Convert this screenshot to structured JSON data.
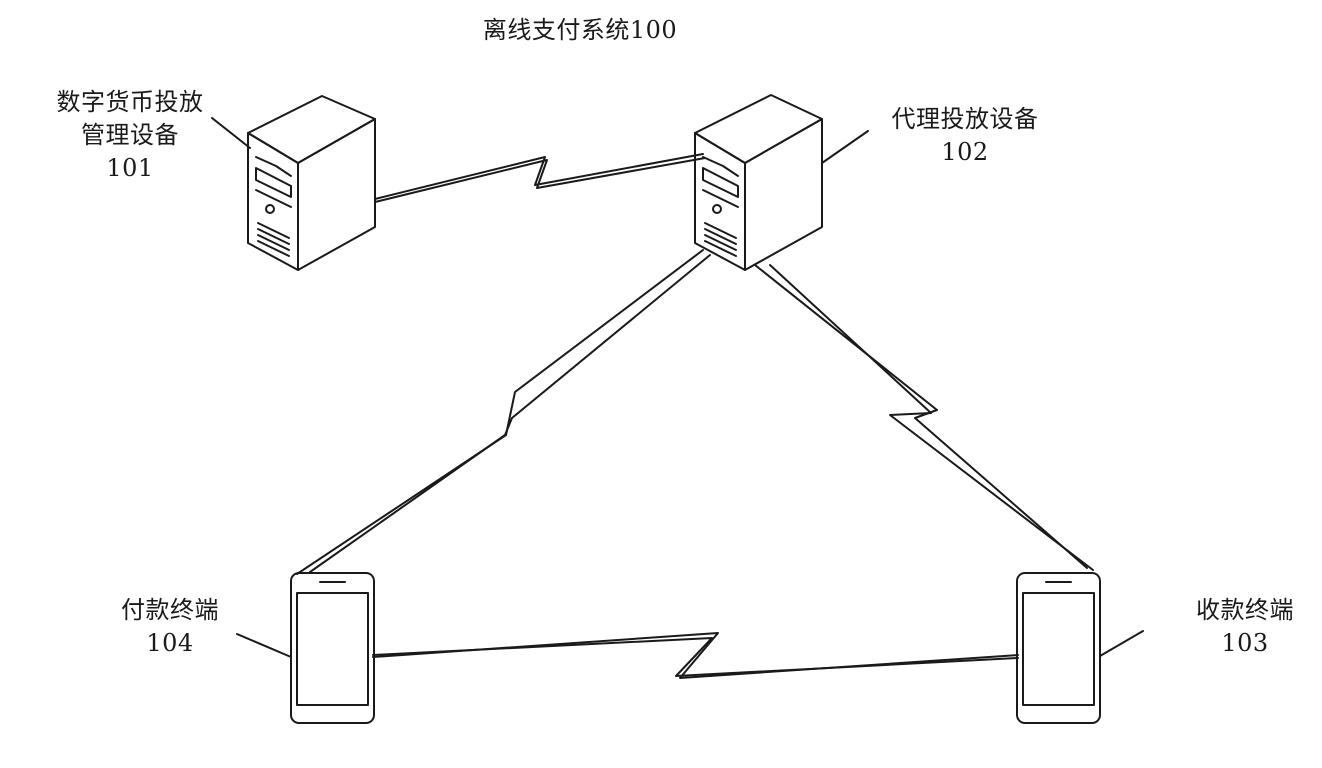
{
  "diagram": {
    "title": "离线支付系统100",
    "nodes": {
      "issuer": {
        "name_line1": "数字货币投放",
        "name_line2": "管理设备",
        "id": "101",
        "kind": "server"
      },
      "agent": {
        "name": "代理投放设备",
        "id": "102",
        "kind": "server"
      },
      "payee": {
        "name": "收款终端",
        "id": "103",
        "kind": "mobile-terminal"
      },
      "payer": {
        "name": "付款终端",
        "id": "104",
        "kind": "mobile-terminal"
      }
    },
    "links": [
      {
        "from": "101",
        "to": "102",
        "style": "wireless"
      },
      {
        "from": "102",
        "to": "104",
        "style": "wireless"
      },
      {
        "from": "102",
        "to": "103",
        "style": "wireless"
      },
      {
        "from": "104",
        "to": "103",
        "style": "wireless"
      }
    ],
    "colors": {
      "line": "#1a1a1a",
      "background": "#ffffff"
    }
  }
}
